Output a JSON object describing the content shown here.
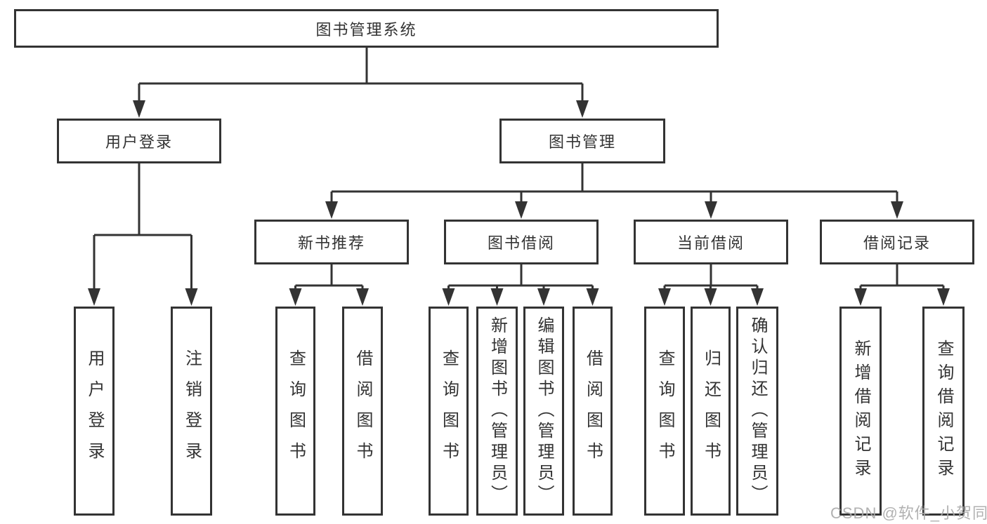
{
  "diagram": {
    "root": {
      "label": "图书管理系统"
    },
    "user_login": {
      "label": "用户登录",
      "children": {
        "login": {
          "label": "用户登录"
        },
        "logout": {
          "label": "注销登录"
        }
      }
    },
    "book_management": {
      "label": "图书管理",
      "children": {
        "new_book_recommendation": {
          "label": "新书推荐",
          "children": {
            "query_books": {
              "label": "查询图书"
            },
            "borrow_books": {
              "label": "借阅图书"
            }
          }
        },
        "book_borrowing": {
          "label": "图书借阅",
          "children": {
            "query_books": {
              "label": "查询图书"
            },
            "add_books_admin": {
              "label": "新增图书（管理员）"
            },
            "edit_books_admin": {
              "label": "编辑图书（管理员）"
            },
            "borrow_books": {
              "label": "借阅图书"
            }
          }
        },
        "current_borrowing": {
          "label": "当前借阅",
          "children": {
            "query_books": {
              "label": "查询图书"
            },
            "return_books": {
              "label": "归还图书"
            },
            "confirm_return_admin": {
              "label": "确认归还（管理员）"
            }
          }
        },
        "borrowing_records": {
          "label": "借阅记录",
          "children": {
            "add_borrow_record": {
              "label": "新增借阅记录"
            },
            "query_borrow_record": {
              "label": "查询借阅记录"
            }
          }
        }
      }
    }
  },
  "watermark": {
    "text": "CSDN @软件_小贺同学"
  },
  "colors": {
    "line": "#333333",
    "text": "#333333",
    "box_background": "#ffffff",
    "page_background": "#ffffff",
    "watermark": "#ababab"
  }
}
